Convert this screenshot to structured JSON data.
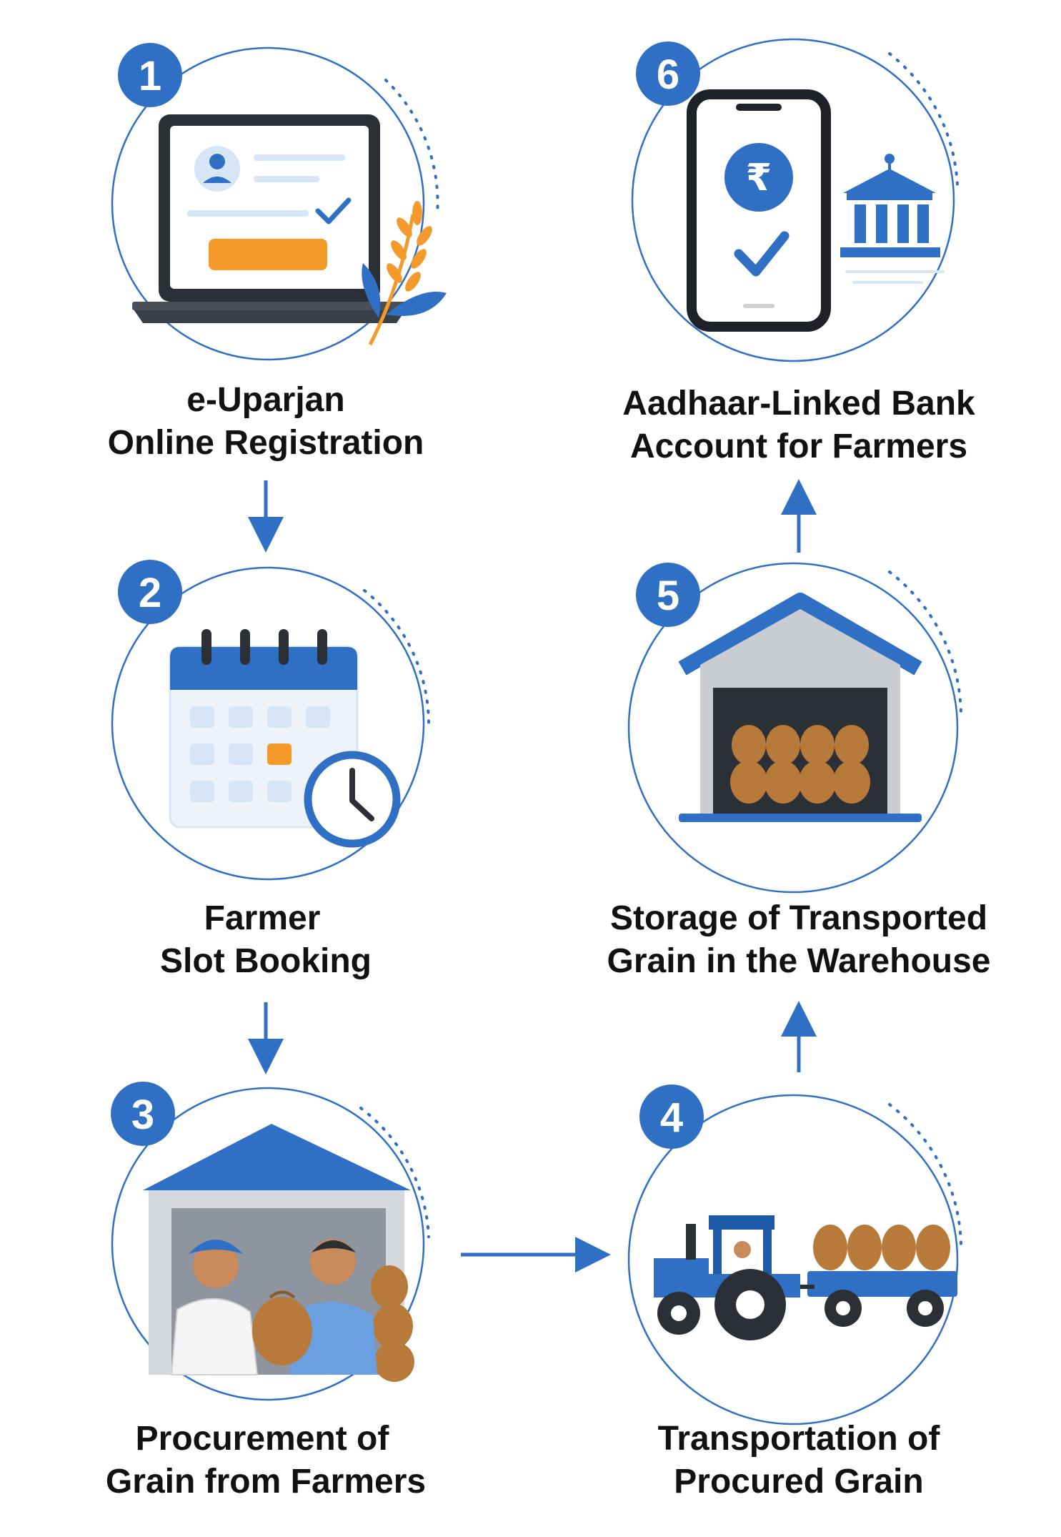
{
  "colors": {
    "primary": "#2f6fc4",
    "dark_blue": "#1f5aa8",
    "accent_orange": "#f39a2b",
    "sack": "#b87a3a",
    "light_blue": "#d7e6f7",
    "grey": "#9aa3ad",
    "text": "#111111"
  },
  "steps": [
    {
      "number": "1",
      "label_line1": "e-Uparjan",
      "label_line2": "Online Registration",
      "icon": "laptop-registration-icon"
    },
    {
      "number": "2",
      "label_line1": "Farmer",
      "label_line2": "Slot Booking",
      "icon": "calendar-clock-icon"
    },
    {
      "number": "3",
      "label_line1": "Procurement of",
      "label_line2": "Grain from Farmers",
      "icon": "farmer-handover-icon"
    },
    {
      "number": "4",
      "label_line1": "Transportation of",
      "label_line2": "Procured Grain",
      "icon": "tractor-trailer-icon"
    },
    {
      "number": "5",
      "label_line1": "Storage of Transported",
      "label_line2": "Grain in the Warehouse",
      "icon": "warehouse-icon"
    },
    {
      "number": "6",
      "label_line1": "Aadhaar-Linked Bank",
      "label_line2": "Account for Farmers",
      "icon": "phone-bank-payment-icon"
    }
  ],
  "rupee_symbol": "₹"
}
